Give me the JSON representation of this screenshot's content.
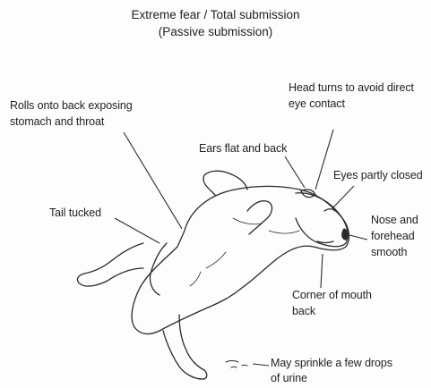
{
  "title": {
    "line1": "Extreme fear / Total submission",
    "line2": "(Passive submission)"
  },
  "labels": {
    "rolls": [
      "Rolls onto back exposing",
      "stomach and throat"
    ],
    "head": [
      "Head turns to avoid direct",
      "eye contact"
    ],
    "ears": "Ears flat and back",
    "eyes": "Eyes partly closed",
    "tail": "Tail tucked",
    "nose": [
      "Nose and",
      "forehead",
      "smooth"
    ],
    "mouth": [
      "Corner of mouth",
      "back"
    ],
    "urine": [
      "May sprinkle a few drops",
      "of urine"
    ]
  },
  "colors": {
    "ink": "#1f1f1f",
    "paper": "#fdfdfc"
  }
}
